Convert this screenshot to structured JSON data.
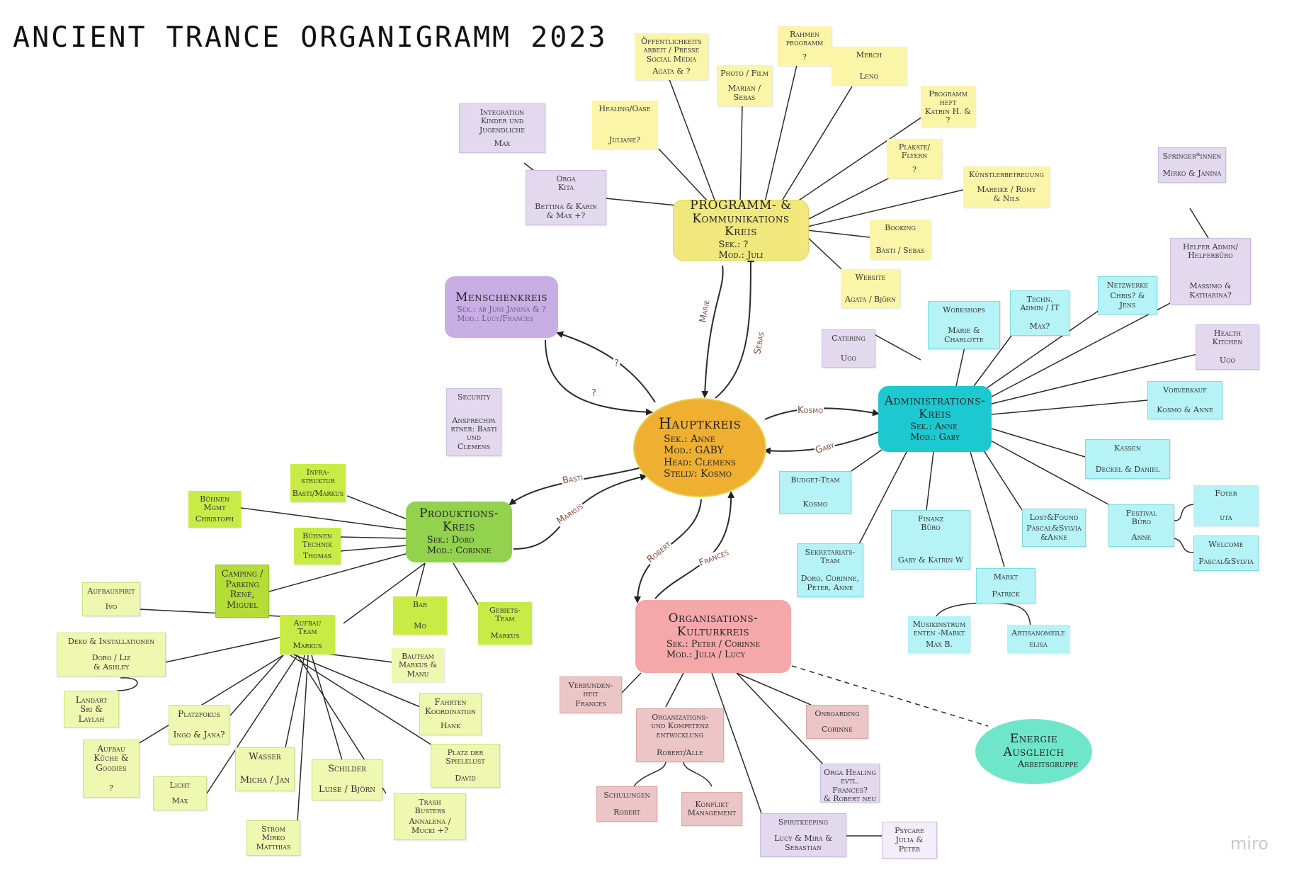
{
  "title": "ANCIENT TRANCE ORGANIGRAMM 2023",
  "watermark": "miro",
  "hubs": {
    "hauptkreis": {
      "title": "Hauptkreis",
      "sub": "Sek.: Anne\nMod.: GABY\nHead: Clemens\nStellv: Kosmo"
    },
    "programm": {
      "title": "PROGRAMM- &\nKommunikations\nKreis",
      "sub": "Sek.: ?\nMod.: Juli"
    },
    "menschen": {
      "title": "Menschenkreis",
      "sub": "Sek.: ab Juni Janina & ?\nMod.: Lucy/Frances"
    },
    "admin": {
      "title": "Administrations-\nKreis",
      "sub": "Sek.: Anne\nMod.: Gaby"
    },
    "produktion": {
      "title": "Produktions-\nKreis",
      "sub": "Sek.: Doro\nMod.: Corinne"
    },
    "orga": {
      "title": "Organisations-\nKulturkreis",
      "sub": "Sek.: Peter / Corinne\nMod.: Julia / Lucy"
    },
    "energie": {
      "title": "Energie\nAusgleich",
      "sub": "Arbeitsgruppe"
    }
  },
  "edge_labels": {
    "marie": "Marie",
    "sebas": "Sebas",
    "q1": "?",
    "q2": "?",
    "kosmo": "Kosmo",
    "gaby": "Gaby",
    "basti": "Basti",
    "markus": "Markus",
    "robert": "Robert",
    "frances": "Frances"
  },
  "notes": {
    "oeff": {
      "t": "Öffentlichkeits\narbeit / Presse\nSocial Media",
      "p": "Agata & ?"
    },
    "rahmen": {
      "t": "Rahmen\nprogramm",
      "p": "?"
    },
    "photo": {
      "t": "Photo / Film",
      "p": "Marian /\nSebas"
    },
    "merch": {
      "t": "Merch",
      "p": "Leno"
    },
    "heft": {
      "t": "Programm\nheft",
      "p": "Katrin H. & ?"
    },
    "healing": {
      "t": "Healing/Oase",
      "p": "Juliane?"
    },
    "integration": {
      "t": "Integration\nKinder und\nJugendliche",
      "p": "Max"
    },
    "kita": {
      "t": "Orga\nKita",
      "p": "Bettina & Karin\n& Max +?"
    },
    "plakate": {
      "t": "Plakate/\nFlyern",
      "p": "?"
    },
    "kuenstler": {
      "t": "Künstlerbetreuung",
      "p": "Mareike / Romy\n& Nils"
    },
    "booking": {
      "t": "Booking",
      "p": "Basti / Sebas"
    },
    "website": {
      "t": "Website",
      "p": "Agata / Björn"
    },
    "security": {
      "t": "Security",
      "p": "Ansprechpa\nrtner: Basti\nund\nClemens"
    },
    "springer": {
      "t": "Springer*innen",
      "p": "Mirko & Janina"
    },
    "helfer": {
      "t": "Helfer Admin/\nHelferbüro",
      "p": "Massimo &\nKatharina?"
    },
    "health": {
      "t": "Health\nKitchen",
      "p": "Ugo"
    },
    "netzwerke": {
      "t": "Netzwerke",
      "p": "Chris? &\nJens"
    },
    "techn": {
      "t": "Techn.\nAdmin / IT",
      "p": "Max?"
    },
    "workshops": {
      "t": "Workshops",
      "p": "Marie &\nCharlotte"
    },
    "catering": {
      "t": "Catering",
      "p": "Ugo"
    },
    "vorverkauf": {
      "t": "Vorverkauf",
      "p": "Kosmo & Anne"
    },
    "kassen": {
      "t": "Kassen",
      "p": "Deckel & Daniel"
    },
    "foyer": {
      "t": "Foyer",
      "p": "uta"
    },
    "festival": {
      "t": "Festival\nBüro",
      "p": "Anne"
    },
    "welcome": {
      "t": "Welcome",
      "p": "Pascal&Sylvia"
    },
    "lost": {
      "t": "Lost&Found",
      "p": "Pascal&Sylvia\n&Anne"
    },
    "budget": {
      "t": "Budget-Team",
      "p": "Kosmo"
    },
    "finanz": {
      "t": "Finanz\nBüro",
      "p": "Gaby & Katrin W"
    },
    "sekretariat": {
      "t": "Sekretariats-\nTeam",
      "p": "Doro, Corinne,\nPeter, Anne"
    },
    "markt": {
      "t": "Markt",
      "p": "Patrick"
    },
    "musik": {
      "t": "Musikinstrum\nenten -Markt",
      "p": "Max B."
    },
    "artisan": {
      "t": "Artisanomeile",
      "p": "elisa"
    },
    "infra": {
      "t": "Infra-\nstruktur",
      "p": "Basti/Markus"
    },
    "buehnenmgmt": {
      "t": "Bühnen\nMgmt",
      "p": "Christoph"
    },
    "buehnentech": {
      "t": "Bühnen\nTechnik",
      "p": "Thomas"
    },
    "camping": {
      "t": "Camping /\nParking\nRené,\nMiguel",
      "p": ""
    },
    "bar": {
      "t": "Bar",
      "p": "Mo"
    },
    "gebiets": {
      "t": "Gebiets-\nTeam",
      "p": "Markus"
    },
    "aufbauspirit": {
      "t": "Aufbauspirit",
      "p": "Ivo"
    },
    "aufbau": {
      "t": "Aufbau\nTeam",
      "p": "Markus"
    },
    "deko": {
      "t": "Deko & Installationen",
      "p": "Doro / Liz\n& Ashley"
    },
    "bauteam": {
      "t": "Bauteam",
      "p": "Markus &\nManu"
    },
    "landart": {
      "t": "Landart\nSri &\nLaylah",
      "p": ""
    },
    "fahrten": {
      "t": "Fahrten\nKoordination",
      "p": "Hank"
    },
    "platzfokus": {
      "t": "Platzfokus",
      "p": "Ingo & Jana?"
    },
    "kueche": {
      "t": "Aufbau\nKüche &\nGoodies",
      "p": "?"
    },
    "platzspiel": {
      "t": "Platz der\nSpielelust",
      "p": "David"
    },
    "wasser": {
      "t": "Wasser",
      "p": "Micha / Jan"
    },
    "schilder": {
      "t": "Schilder",
      "p": "Luise / Björn"
    },
    "licht": {
      "t": "Licht",
      "p": "Max"
    },
    "trash": {
      "t": "Trash\nBusters",
      "p": "Annalena /\nMucki +?"
    },
    "strom": {
      "t": "Strom",
      "p": "Mirko\nMatthias"
    },
    "verbunden": {
      "t": "Verbunden-\nheit",
      "p": "Frances"
    },
    "orgkomp": {
      "t": "Organizations-\nund Kompetenz\nentwicklung",
      "p": "Robert/Alle"
    },
    "onboarding": {
      "t": "Onboarding",
      "p": "Corinne"
    },
    "schulungen": {
      "t": "Schulungen",
      "p": "Robert"
    },
    "konflikt": {
      "t": "Konflikt\nManagement",
      "p": ""
    },
    "orgahealing": {
      "t": "Orga Healing",
      "p": "evtl. Frances?\n& Robert neu"
    },
    "spirit": {
      "t": "Spiritkeeping",
      "p": "Lucy & Mira &\nSebastian"
    },
    "psycare": {
      "t": "Psycare",
      "p": "Julia & Peter"
    }
  },
  "colors": {
    "programm": "#f0e87d",
    "yellow_note": "#fbf5a8",
    "lavender_note": "#e3d9ef",
    "menschen": "#c9aee6",
    "admin": "#1cc9d0",
    "cyan_note": "#b5f3f6",
    "haupt": "#efb032",
    "produktion": "#92d24c",
    "green_note": "#c8ec45",
    "lightgreen_note": "#eef8b0",
    "orga": "#f5a8aa",
    "pink_note": "#ecc6c7",
    "energie": "#6fe6c9",
    "edge": "#333333",
    "edge_label": "#8a4b3c"
  }
}
